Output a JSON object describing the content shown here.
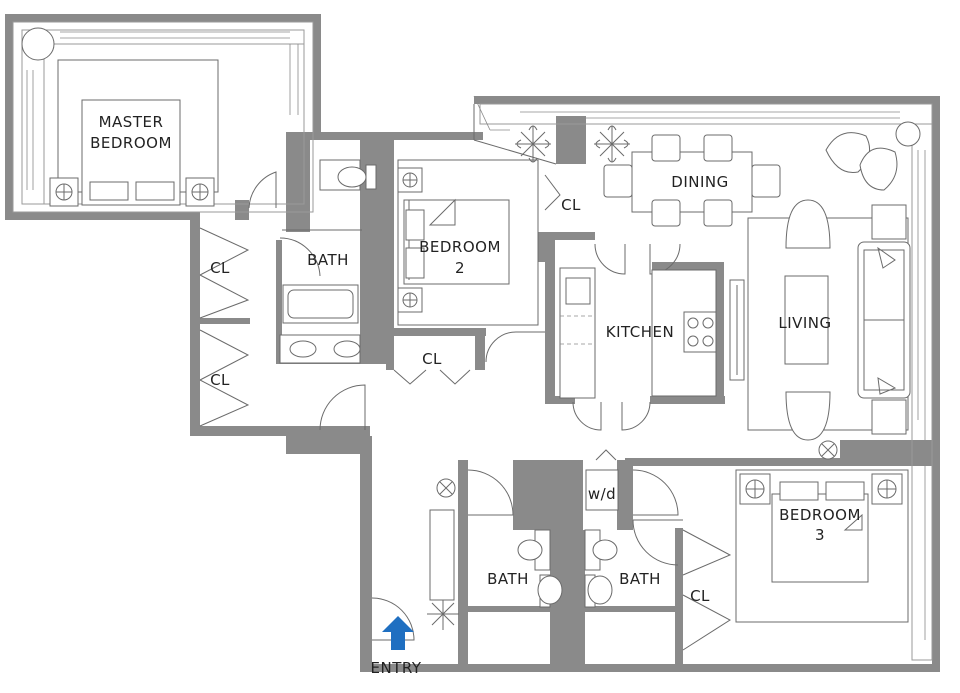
{
  "rooms": {
    "master_bedroom_line1": "MASTER",
    "master_bedroom_line2": "BEDROOM",
    "bath_top": "BATH",
    "cl_left_top": "CL",
    "cl_left_bottom": "CL",
    "bedroom2_line1": "BEDROOM",
    "bedroom2_line2": "2",
    "cl_bedroom2": "CL",
    "cl_hall": "CL",
    "dining": "DINING",
    "kitchen": "KITCHEN",
    "living": "LIVING",
    "wd": "w/d",
    "bath_bottom_left": "BATH",
    "bath_bottom_right": "BATH",
    "bedroom3_line1": "BEDROOM",
    "bedroom3_line2": "3",
    "cl_bedroom3": "CL",
    "entry": "ENTRY"
  },
  "icons": {
    "entry_arrow": "entry-arrow-icon",
    "plant": "plant-icon",
    "lamp": "lamp-icon",
    "light_fixture": "ceiling-light-icon"
  },
  "colors": {
    "wall": "#8a8a8a",
    "entry_arrow": "#1f6fc1"
  }
}
